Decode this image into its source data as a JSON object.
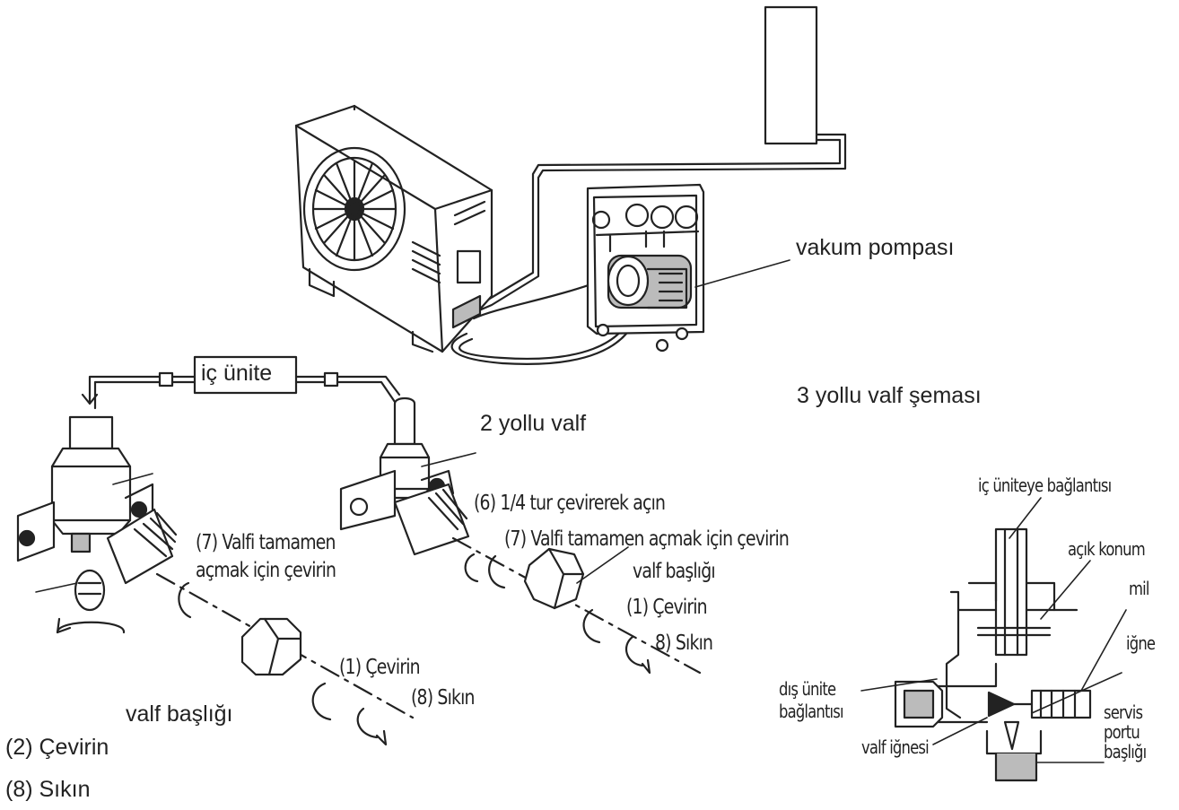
{
  "labels": {
    "vacuum_pump": "vakum pompası",
    "indoor_unit": "iç ünite",
    "three_way_title": "3 yollu valf şeması",
    "two_way_valve": "2 yollu valf",
    "open_quarter_turn": "(6) 1/4 tur çevirerek açın",
    "turn_fully_open_right": "(7) Valfi tamamen açmak için çevirin",
    "valve_cap_right": "valf başlığı",
    "turn_right": "(1) Çevirin",
    "tighten_right": "8) Sıkın",
    "turn_fully_open_left_1": "(7) Valfi tamamen",
    "turn_fully_open_left_2": "açmak için çevirin",
    "turn_left": "(1) Çevirin",
    "tighten_left": "(8) Sıkın",
    "valve_cap_left": "valf başlığı",
    "turn_bottom": "(2) Çevirin",
    "tighten_bottom": "(8) Sıkın",
    "to_indoor": "iç üniteye bağlantısı",
    "open_position": "açık konum",
    "shaft": "mil",
    "needle": "iğne",
    "outdoor_conn_1": "dış ünite",
    "outdoor_conn_2": "bağlantısı",
    "valve_needle": "valf iğnesi",
    "service_1": "servis",
    "service_2": "portu",
    "service_3": "başlığı"
  }
}
